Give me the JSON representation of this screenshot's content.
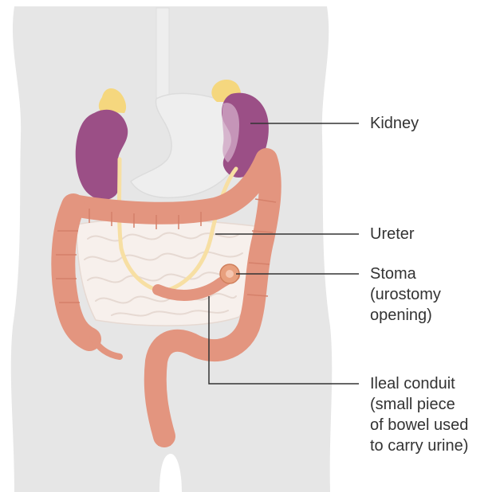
{
  "labels": {
    "kidney": [
      "Kidney"
    ],
    "ureter": [
      "Ureter"
    ],
    "stoma": [
      "Stoma",
      "(urostomy",
      "opening)"
    ],
    "ileal_conduit": [
      "Ileal conduit",
      "(small piece",
      "of bowel used",
      "to carry urine)"
    ]
  },
  "colors": {
    "body": "#e6e6e6",
    "kidney": "#9b4f86",
    "adrenal": "#f5d77e",
    "ureter": "#f7dfa3",
    "bowel": "#e3957f",
    "small_intestine": "#f7f0ec",
    "stomach": "#eeeeee",
    "stoma": "#e8a07e",
    "leader_line": "#333333"
  }
}
